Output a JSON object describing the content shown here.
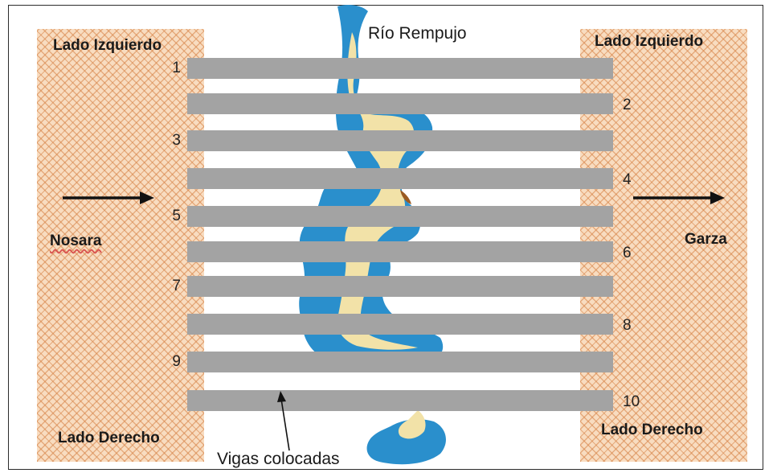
{
  "river": {
    "name": "Río Rempujo",
    "water_color": "#2a8fcc",
    "sand_color": "#f2e2a8"
  },
  "banks": {
    "left": {
      "top_label": "Lado Izquierdo",
      "bottom_label": "Lado Derecho"
    },
    "right": {
      "top_label": "Lado Izquierdo",
      "bottom_label": "Lado Derecho"
    }
  },
  "directions": {
    "origin": "Nosara",
    "destination": "Garza"
  },
  "beams": {
    "caption": "Vigas colocadas",
    "color": "#a3a3a3",
    "items": [
      {
        "number": "1",
        "side": "left"
      },
      {
        "number": "2",
        "side": "right"
      },
      {
        "number": "3",
        "side": "left"
      },
      {
        "number": "4",
        "side": "right"
      },
      {
        "number": "5",
        "side": "left"
      },
      {
        "number": "6",
        "side": "right"
      },
      {
        "number": "7",
        "side": "left"
      },
      {
        "number": "8",
        "side": "right"
      },
      {
        "number": "9",
        "side": "left"
      },
      {
        "number": "10",
        "side": "right"
      }
    ]
  }
}
